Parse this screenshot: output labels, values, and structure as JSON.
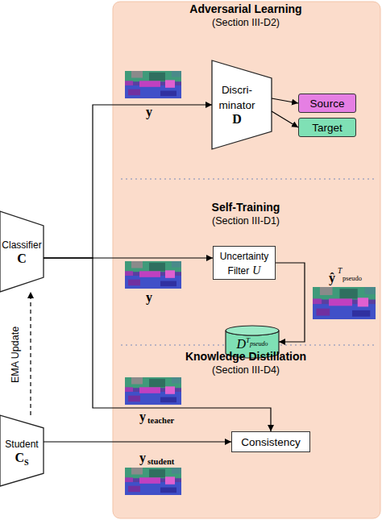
{
  "diagram": {
    "nodes": [
      {
        "text": [
          "Discri- minator",
          "D"
        ]
      },
      {
        "text": [
          "Source"
        ]
      },
      {
        "text": [
          "Target"
        ]
      },
      {
        "text": [
          "Classifier",
          "C"
        ]
      },
      {
        "text": [
          "Uncertainty Filter",
          "U"
        ]
      },
      {
        "text": [
          "D",
          "T",
          "pseudo"
        ]
      },
      {
        "text": [
          "Consistency"
        ]
      },
      {
        "text": [
          "Student",
          "C",
          "S"
        ]
      }
    ],
    "edges": [
      {
        "from": 3,
        "to": 0,
        "arrow": "to"
      },
      {
        "from": 0,
        "to": 1,
        "arrow": "to"
      },
      {
        "from": 0,
        "to": 2,
        "arrow": "to"
      },
      {
        "from": 3,
        "to": 4,
        "arrow": "to"
      },
      {
        "from": 4,
        "to": 5,
        "arrow": "to"
      },
      {
        "from": 3,
        "to": 6,
        "arrow": "to"
      },
      {
        "from": 7,
        "to": 6,
        "arrow": "to"
      },
      {
        "from": 7,
        "to": 3,
        "arrow": "to",
        "label": "EMA Update"
      }
    ],
    "labels": [
      "Adversarial Learning",
      "(Section III-D2)",
      "y",
      "Self-Training",
      "(Section III-D1)",
      "y",
      "ŷ",
      "T",
      "pseudo",
      "Knowledge Distillation",
      "(Section III-D4)",
      "y",
      "teacher",
      "y",
      "student"
    ]
  }
}
